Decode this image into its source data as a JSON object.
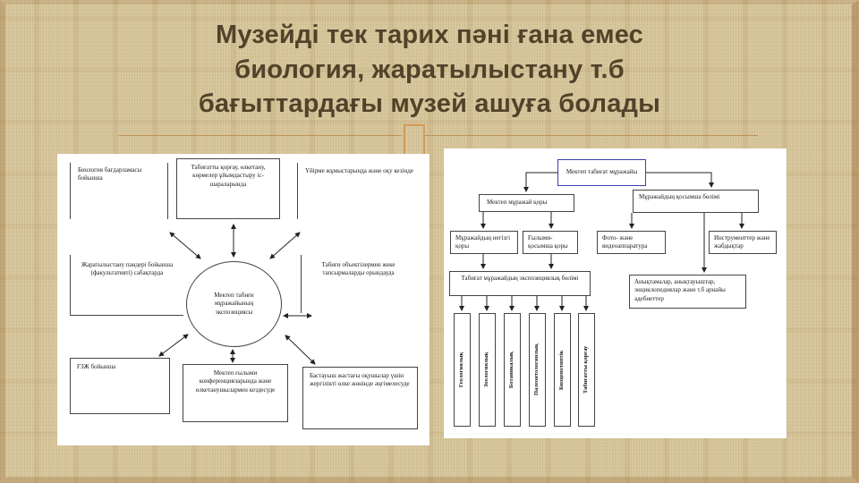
{
  "title": {
    "lines": [
      "Музейді тек тарих пәні ғана емес",
      "биология, жаратылыстану т.б",
      "бағыттардағы музей ашуға болады"
    ]
  },
  "colors": {
    "background": "#d9c89e",
    "title_text": "#53422a",
    "accent_line": "#c09055",
    "root_box_border": "#3d3db0",
    "diagram_ink": "#1a1a1a",
    "panel_background": "#ffffff"
  },
  "spider": {
    "center": "Мектеп табиғи мұражайының экспозициясы",
    "top_left": "Биология бағдарламасы бойынша",
    "top_center": "Табиғатты қорғау, өлкетану, көрмелер ұйымдастыру іс-шараларында",
    "top_right": "Үйірме жұмыстарында және оқу кезінде",
    "mid_left": "Жаратылыстану пәндері бойынша (факультативті) сабақтарда",
    "mid_right": "Табиғи объектілермен жеке тапсырмаларды орындауда",
    "bottom_left": "ҒЗЖ бойынша",
    "bottom_center": "Мектеп ғылыми конференцияларында және өлкетанушылармен кездесуде",
    "bottom_right": "Бастауыш жастағы оқушылар үшін жергілікті өлке жөнінде әңгімелесуде"
  },
  "hierarchy": {
    "root": "Мектеп табиғат мұражайы",
    "school_fund": "Мектеп мұражай қоры",
    "extra_dept": "Мұражайдың қосымша бөлімі",
    "main_fund": "Мұражайдың негізгі қоры",
    "science_fund": "Ғылыми- қосымша қоры",
    "photo_video": "Фото- және видеоаппаратура",
    "instruments": "Инструменттер және жабдықтар",
    "expo_dept": "Табиғат мұражайдың экспозициялық бөлімі",
    "references": "Анықтамалар, анықтауыштар, энциклопедиялар және т.б арнайы әдебиеттер",
    "sections": [
      "Геологиялық",
      "Зоологиялық",
      "Ботаникалық",
      "Палеонтологиялық",
      "Биоценотиптік",
      "Табиғатты қорғау"
    ]
  }
}
